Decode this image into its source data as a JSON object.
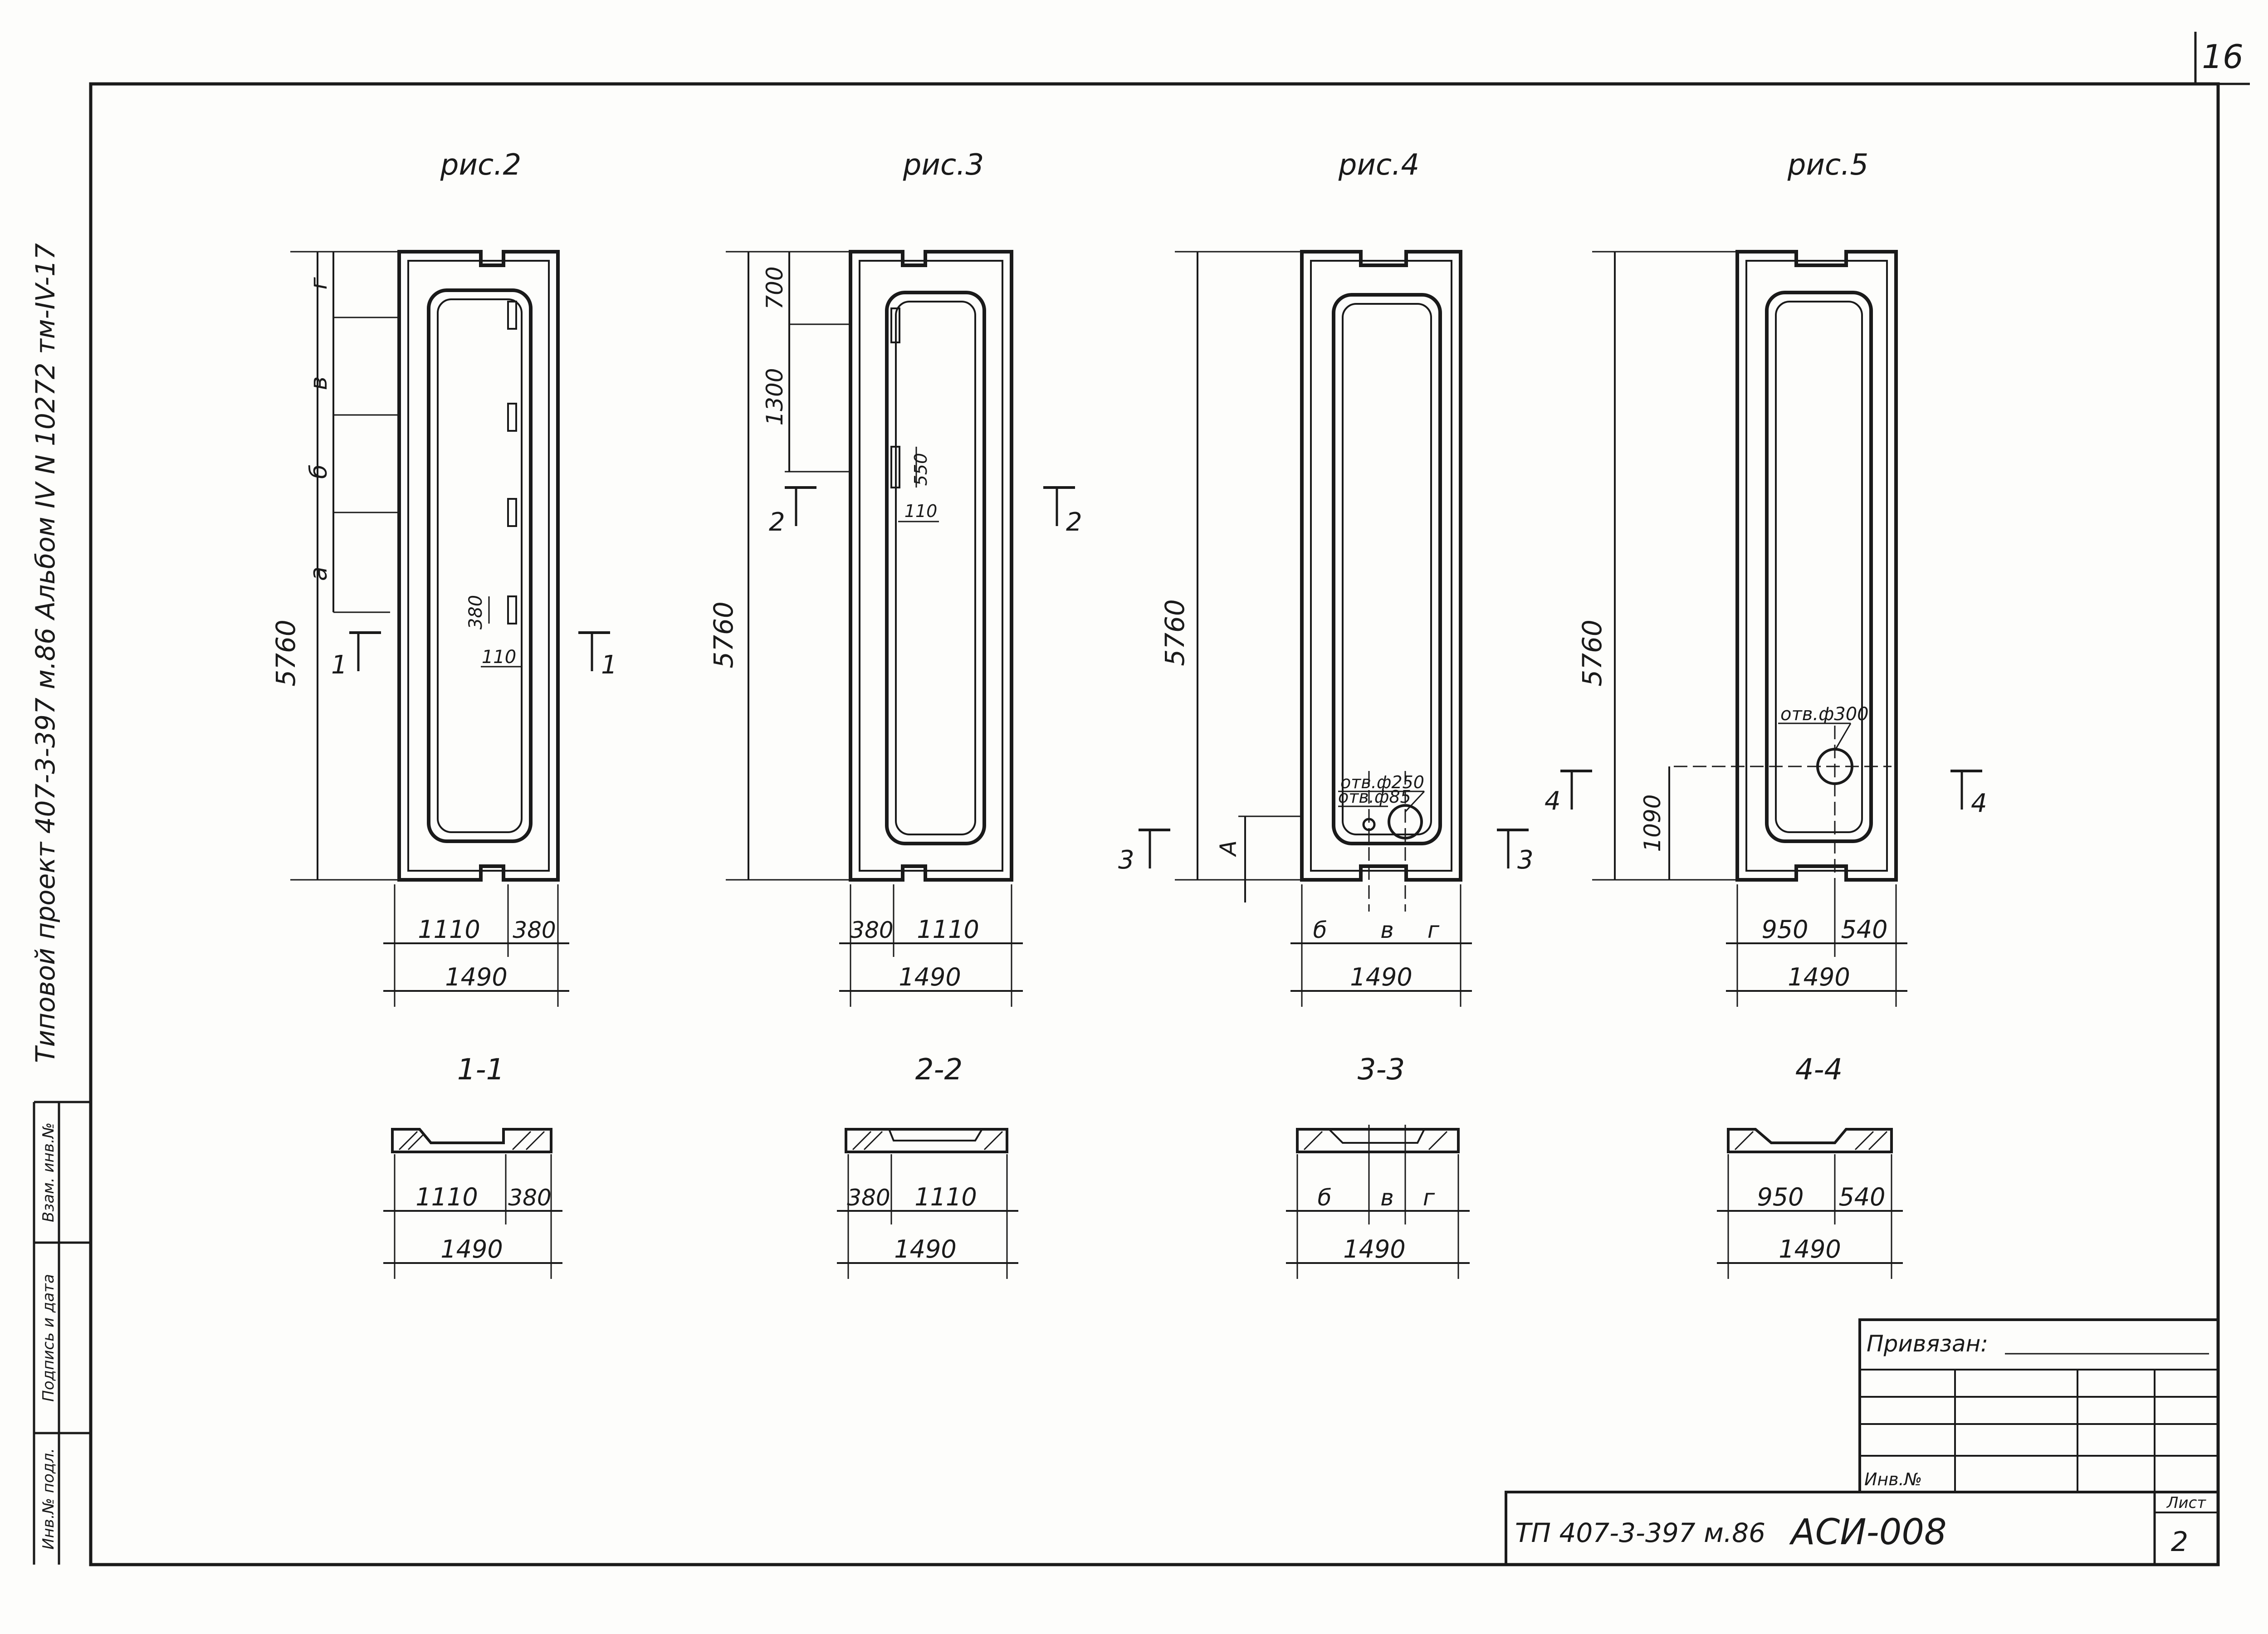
{
  "sheet": {
    "page_number": "16",
    "side_text": "Типовой проект 407-3-397 м.86 Альбом IV N 10272 тм-IV-17",
    "side_columns": [
      "Инв.№ подл.",
      "Подпись и дата",
      "Взам. инв.№"
    ]
  },
  "figures": [
    {
      "title": "рис.2",
      "height_dim": "5760",
      "zones": [
        "г",
        "в",
        "б",
        "а"
      ],
      "notch_dims": [
        "380",
        "110"
      ],
      "cut_marks": [
        "1",
        "1"
      ],
      "width_dims": [
        "1110",
        "380"
      ],
      "total_dim": "1490",
      "section": {
        "title": "1-1",
        "dims": [
          "1110",
          "380"
        ],
        "total": "1490"
      }
    },
    {
      "title": "рис.3",
      "height_dim": "5760",
      "upper_dims": [
        "700",
        "1300"
      ],
      "notch_dims": [
        "550",
        "110"
      ],
      "cut_marks": [
        "2",
        "2"
      ],
      "width_dims": [
        "380",
        "1110"
      ],
      "total_dim": "1490",
      "section": {
        "title": "2-2",
        "dims": [
          "380",
          "1110"
        ],
        "total": "1490"
      }
    },
    {
      "title": "рис.4",
      "height_dim": "5760",
      "zone_a": "А",
      "hole_labels": [
        "отв.ф250",
        "отв.ф85"
      ],
      "cut_marks": [
        "3",
        "3"
      ],
      "width_dims": [
        "б",
        "в",
        "г"
      ],
      "total_dim": "1490",
      "section": {
        "title": "3-3",
        "dims": [
          "б",
          "в",
          "г"
        ],
        "total": "1490"
      }
    },
    {
      "title": "рис.5",
      "height_dim": "5760",
      "lower_dim": "1090",
      "hole_label": "отв.ф300",
      "cut_marks": [
        "4",
        "4"
      ],
      "width_dims": [
        "950",
        "540"
      ],
      "total_dim": "1490",
      "section": {
        "title": "4-4",
        "dims": [
          "950",
          "540"
        ],
        "total": "1490"
      }
    }
  ],
  "title_block": {
    "bound_label": "Привязан:",
    "inv_label": "Инв.№",
    "project_code": "ТП 407-3-397 м.86",
    "doc_code": "АСИ-008",
    "sheet_label": "Лист",
    "sheet_number": "2"
  }
}
